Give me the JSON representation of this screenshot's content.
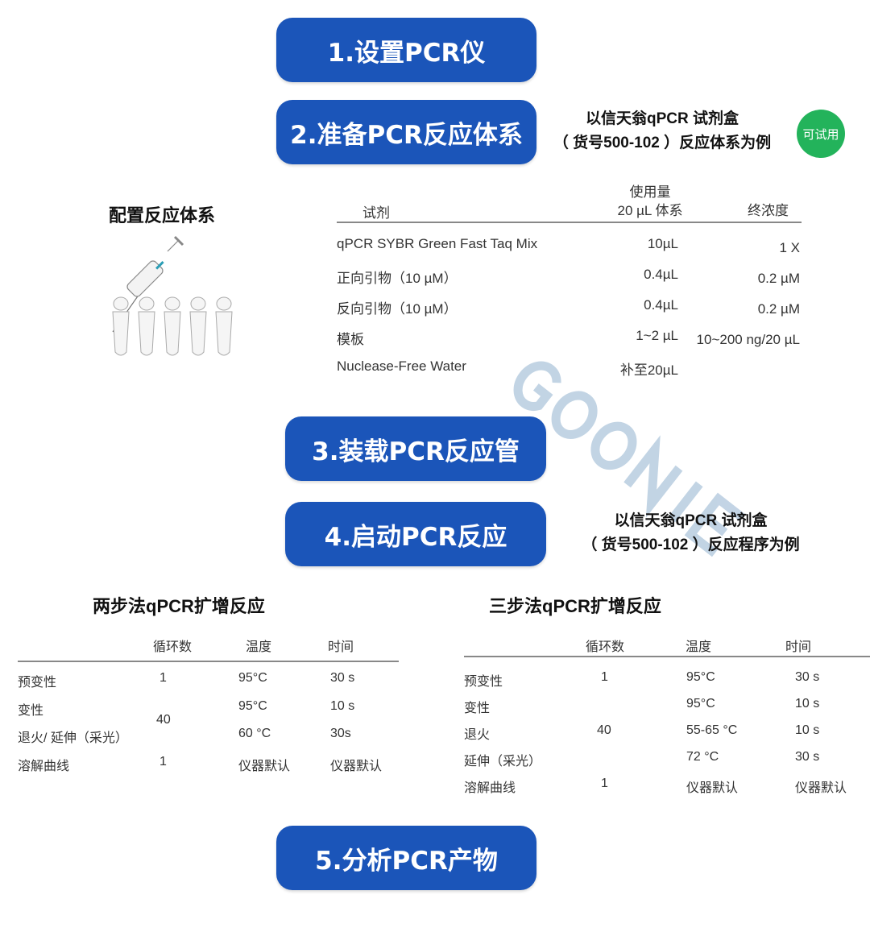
{
  "steps": [
    "1.设置PCR仪",
    "2.准备PCR反应体系",
    "3.装载PCR反应管",
    "4.启动PCR反应",
    "5.分析PCR产物"
  ],
  "note_reaction": {
    "line1": "以信天翁qPCR 试剂盒",
    "line2": "（ 货号500-102 ）反应体系为例"
  },
  "badge": "可试用",
  "note_program": {
    "line1": "以信天翁qPCR 试剂盒",
    "line2": "（ 货号500-102 ）反应程序为例"
  },
  "watermark": "GOONIE",
  "config": {
    "title": "配置反应体系",
    "headers": {
      "reagent": "试剂",
      "amount_l1": "使用量",
      "amount_l2": "20 µL 体系",
      "conc": "终浓度"
    },
    "rows": [
      {
        "name": "qPCR SYBR Green Fast Taq Mix",
        "amount": "10µL",
        "conc": "1 X"
      },
      {
        "name": "正向引物（10 µM）",
        "amount": "0.4µL",
        "conc": "0.2 µM"
      },
      {
        "name": "反向引物（10 µM）",
        "amount": "0.4µL",
        "conc": "0.2 µM"
      },
      {
        "name": "模板",
        "amount": "1~2 µL",
        "conc": "10~200 ng/20 µL"
      },
      {
        "name": "Nuclease-Free Water",
        "amount": "补至20µL",
        "conc": ""
      }
    ]
  },
  "two_step": {
    "title": "两步法qPCR扩增反应",
    "headers": [
      "循环数",
      "温度",
      "时间"
    ],
    "rows": [
      {
        "step": "预变性",
        "cycles": "1",
        "temp": "95°C",
        "time": "30 s"
      },
      {
        "step": "变性",
        "cycles": "",
        "temp": "95°C",
        "time": "10 s"
      },
      {
        "step": "退火/ 延伸（采光）",
        "cycles": "",
        "temp": "60 °C",
        "time": "30s"
      },
      {
        "step": "溶解曲线",
        "cycles": "1",
        "temp": "仪器默认",
        "time": "仪器默认"
      }
    ],
    "merged_cycles": "40"
  },
  "three_step": {
    "title": "三步法qPCR扩增反应",
    "headers": [
      "循环数",
      "温度",
      "时间"
    ],
    "rows": [
      {
        "step": "预变性",
        "cycles": "1",
        "temp": "95°C",
        "time": "30 s"
      },
      {
        "step": "变性",
        "cycles": "",
        "temp": "95°C",
        "time": "10 s"
      },
      {
        "step": "退火",
        "cycles": "40",
        "temp": "55-65 °C",
        "time": "10 s"
      },
      {
        "step": "延伸（采光）",
        "cycles": "",
        "temp": "72 °C",
        "time": "30 s"
      },
      {
        "step": "溶解曲线",
        "cycles": "1",
        "temp": "仪器默认",
        "time": "仪器默认"
      }
    ]
  }
}
